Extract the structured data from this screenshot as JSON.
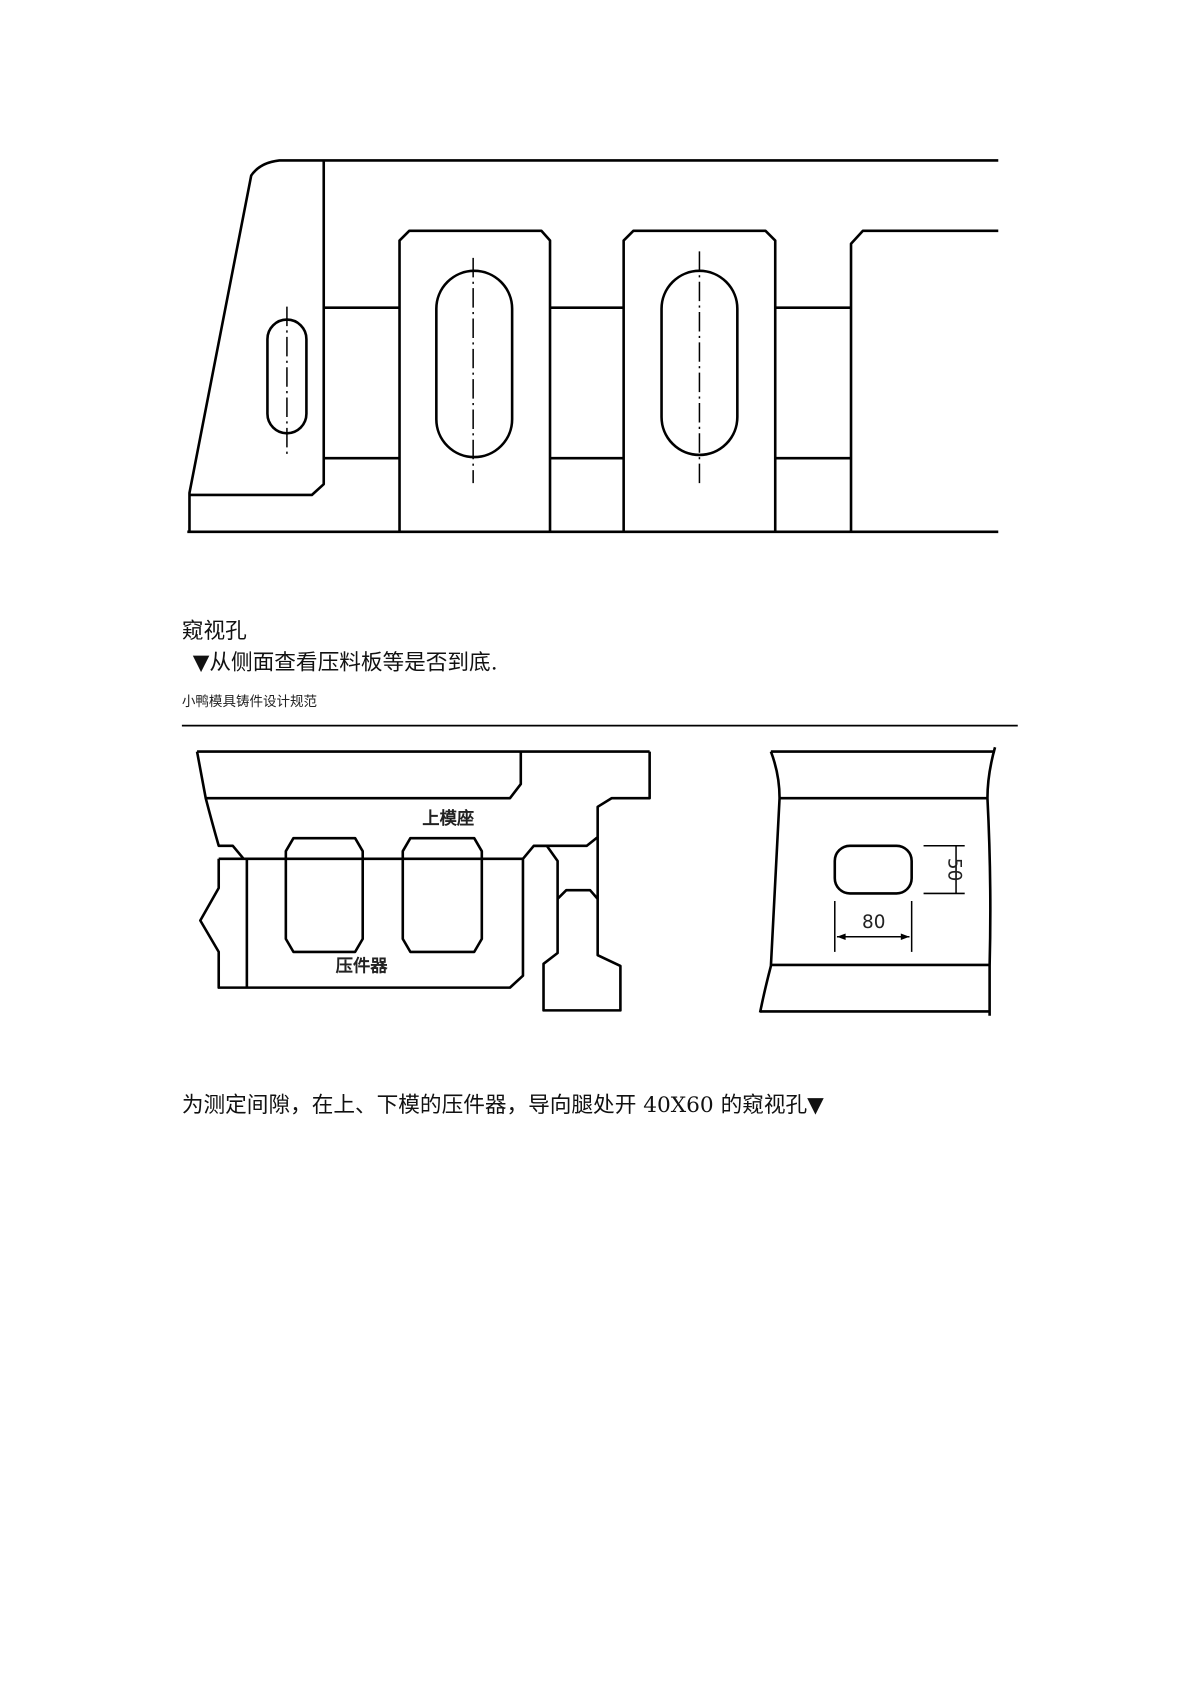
{
  "section_title": "窥视孔",
  "bullet_text": "▼从侧面查看压料板等是否到底.",
  "running_header": "小鸭模具铸件设计规范",
  "figure2": {
    "label_upper_die_seat": "上模座",
    "label_pressure_pad": "压件器",
    "dim_height": "50",
    "dim_width": "80"
  },
  "body_text": "为测定间隙，在上、下模的压件器，导向腿处开 40X60 的窥视孔▼"
}
